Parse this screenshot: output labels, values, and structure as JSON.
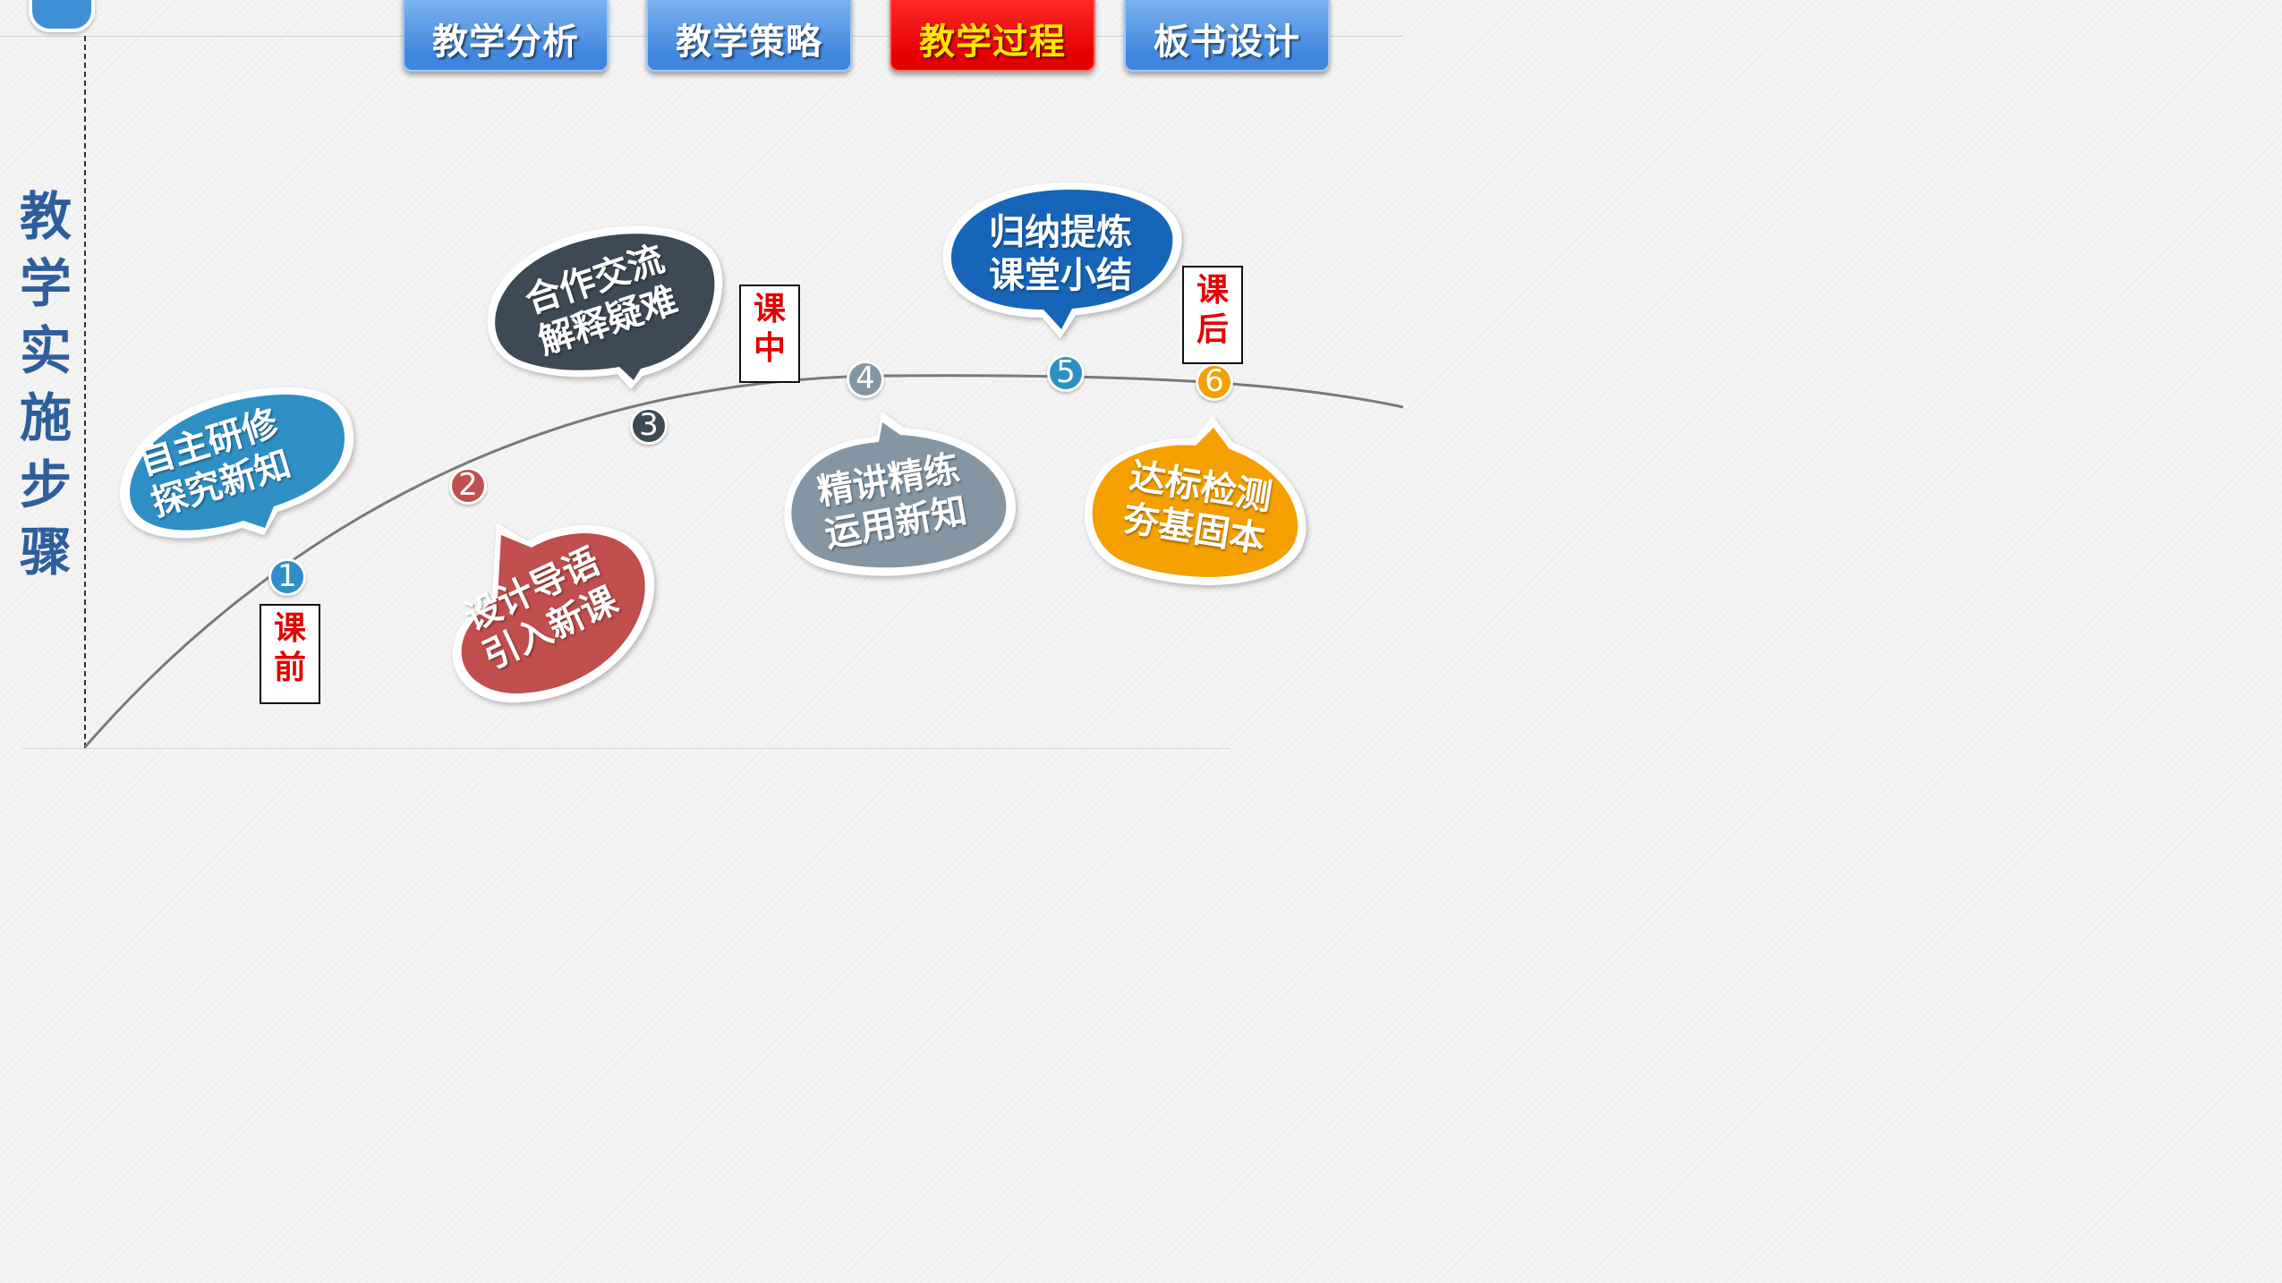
{
  "nav": {
    "tabs": [
      {
        "label": "教学分析",
        "active": false
      },
      {
        "label": "教学策略",
        "active": false
      },
      {
        "label": "教学过程",
        "active": true
      },
      {
        "label": "板书设计",
        "active": false
      }
    ]
  },
  "side_title": [
    "教",
    "学",
    "实",
    "施",
    "步",
    "骤"
  ],
  "stages": {
    "before": [
      "课",
      "前"
    ],
    "during": [
      "课",
      "中"
    ],
    "after": [
      "课",
      "后"
    ]
  },
  "steps": [
    {
      "number": "1",
      "line1": "自主研修",
      "line2": "探究新知",
      "color": "#2e8fc5"
    },
    {
      "number": "2",
      "line1": "设计导语",
      "line2": "引入新课",
      "color": "#c0504d"
    },
    {
      "number": "3",
      "line1": "合作交流",
      "line2": "解释疑难",
      "color": "#3d4a54"
    },
    {
      "number": "4",
      "line1": "精讲精练",
      "line2": "运用新知",
      "color": "#8496a3"
    },
    {
      "number": "5",
      "line1": "归纳提炼",
      "line2": "课堂小结",
      "color": "#1565b8"
    },
    {
      "number": "6",
      "line1": "达标检测",
      "line2": "夯基固本",
      "color": "#f4a000"
    }
  ]
}
